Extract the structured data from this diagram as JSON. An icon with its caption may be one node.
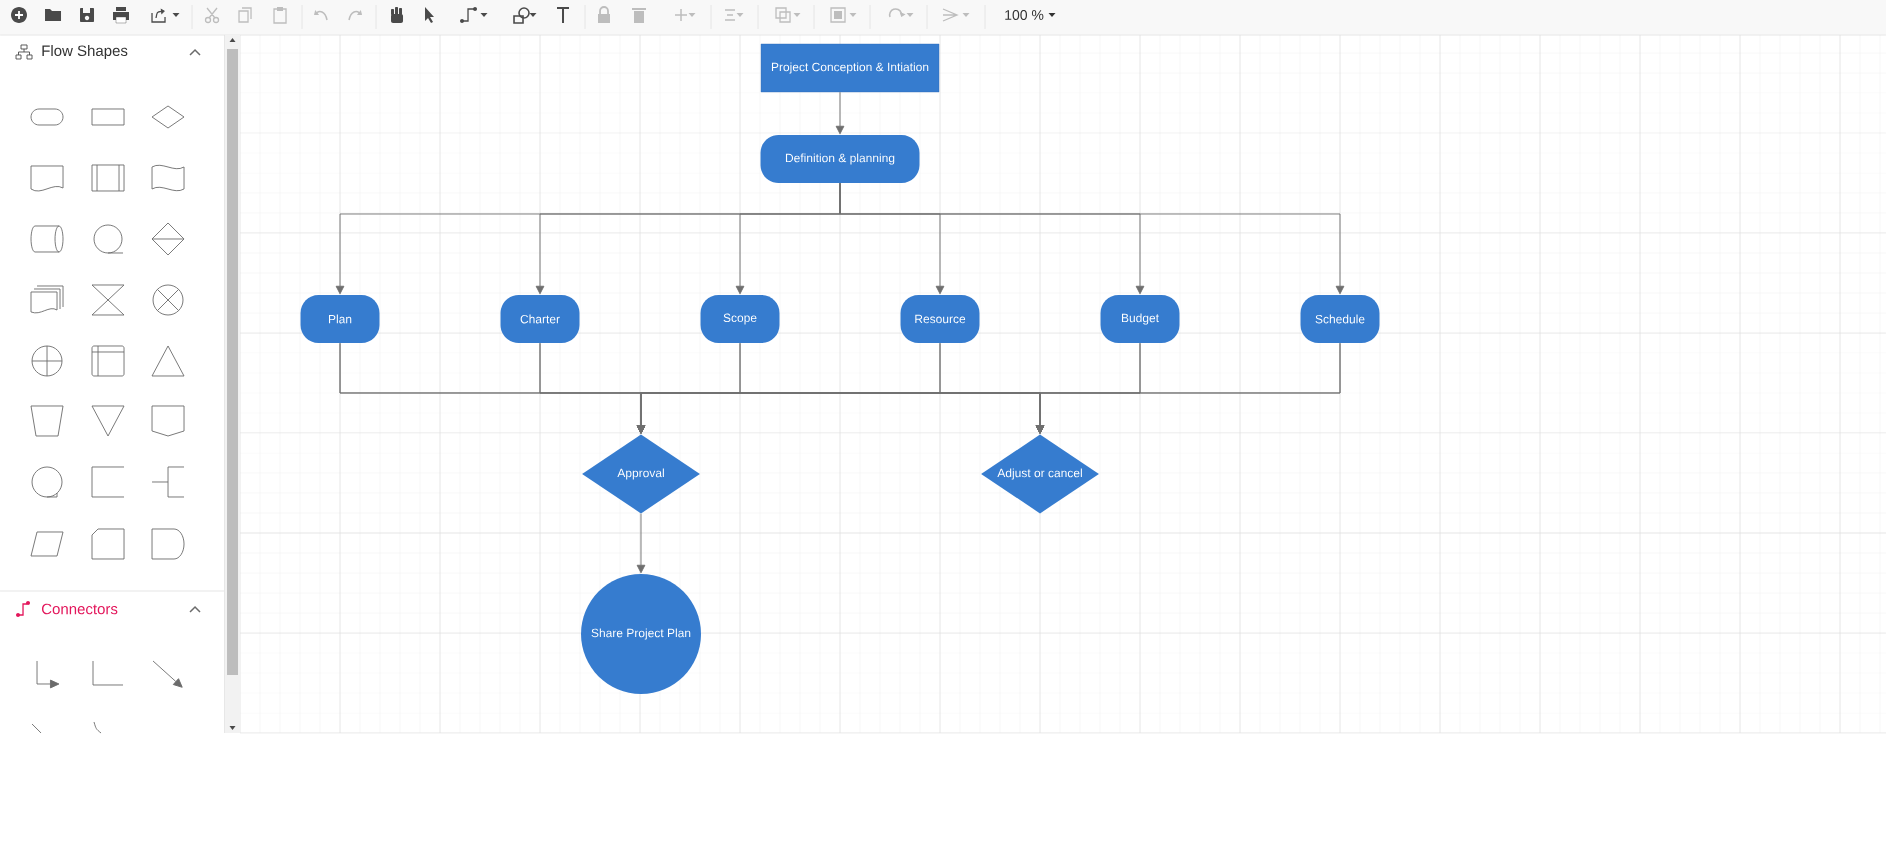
{
  "diagram": {
    "nodes": [
      {
        "text": [
          "Project Conception & Intiation"
        ]
      },
      {
        "text": [
          "Definition & planning"
        ]
      },
      {
        "text": [
          "Plan"
        ]
      },
      {
        "text": [
          "Charter"
        ]
      },
      {
        "text": [
          "Scope"
        ]
      },
      {
        "text": [
          "Resource"
        ]
      },
      {
        "text": [
          "Budget"
        ]
      },
      {
        "text": [
          "Schedule"
        ]
      },
      {
        "text": [
          "Approval"
        ]
      },
      {
        "text": [
          "Adjust or cancel"
        ]
      },
      {
        "text": [
          "Share Project Plan"
        ]
      }
    ],
    "edges": [
      {
        "from": 0,
        "to": 1,
        "arrow": "to"
      },
      {
        "from": 1,
        "to": 2,
        "arrow": "to"
      },
      {
        "from": 1,
        "to": 3,
        "arrow": "to"
      },
      {
        "from": 1,
        "to": 4,
        "arrow": "to"
      },
      {
        "from": 1,
        "to": 5,
        "arrow": "to"
      },
      {
        "from": 1,
        "to": 6,
        "arrow": "to"
      },
      {
        "from": 1,
        "to": 7,
        "arrow": "to"
      },
      {
        "from": 2,
        "to": 8,
        "arrow": "to"
      },
      {
        "from": 2,
        "to": 9,
        "arrow": "to"
      },
      {
        "from": 3,
        "to": 8,
        "arrow": "to"
      },
      {
        "from": 3,
        "to": 9,
        "arrow": "to"
      },
      {
        "from": 4,
        "to": 8,
        "arrow": "to"
      },
      {
        "from": 4,
        "to": 9,
        "arrow": "to"
      },
      {
        "from": 5,
        "to": 8,
        "arrow": "to"
      },
      {
        "from": 5,
        "to": 9,
        "arrow": "to"
      },
      {
        "from": 6,
        "to": 8,
        "arrow": "to"
      },
      {
        "from": 6,
        "to": 9,
        "arrow": "to"
      },
      {
        "from": 7,
        "to": 8,
        "arrow": "to"
      },
      {
        "from": 7,
        "to": 9,
        "arrow": "to"
      },
      {
        "from": 8,
        "to": 10,
        "arrow": "to"
      }
    ],
    "labels": [
      "100 %",
      "Flow Shapes",
      "Connectors"
    ]
  }
}
